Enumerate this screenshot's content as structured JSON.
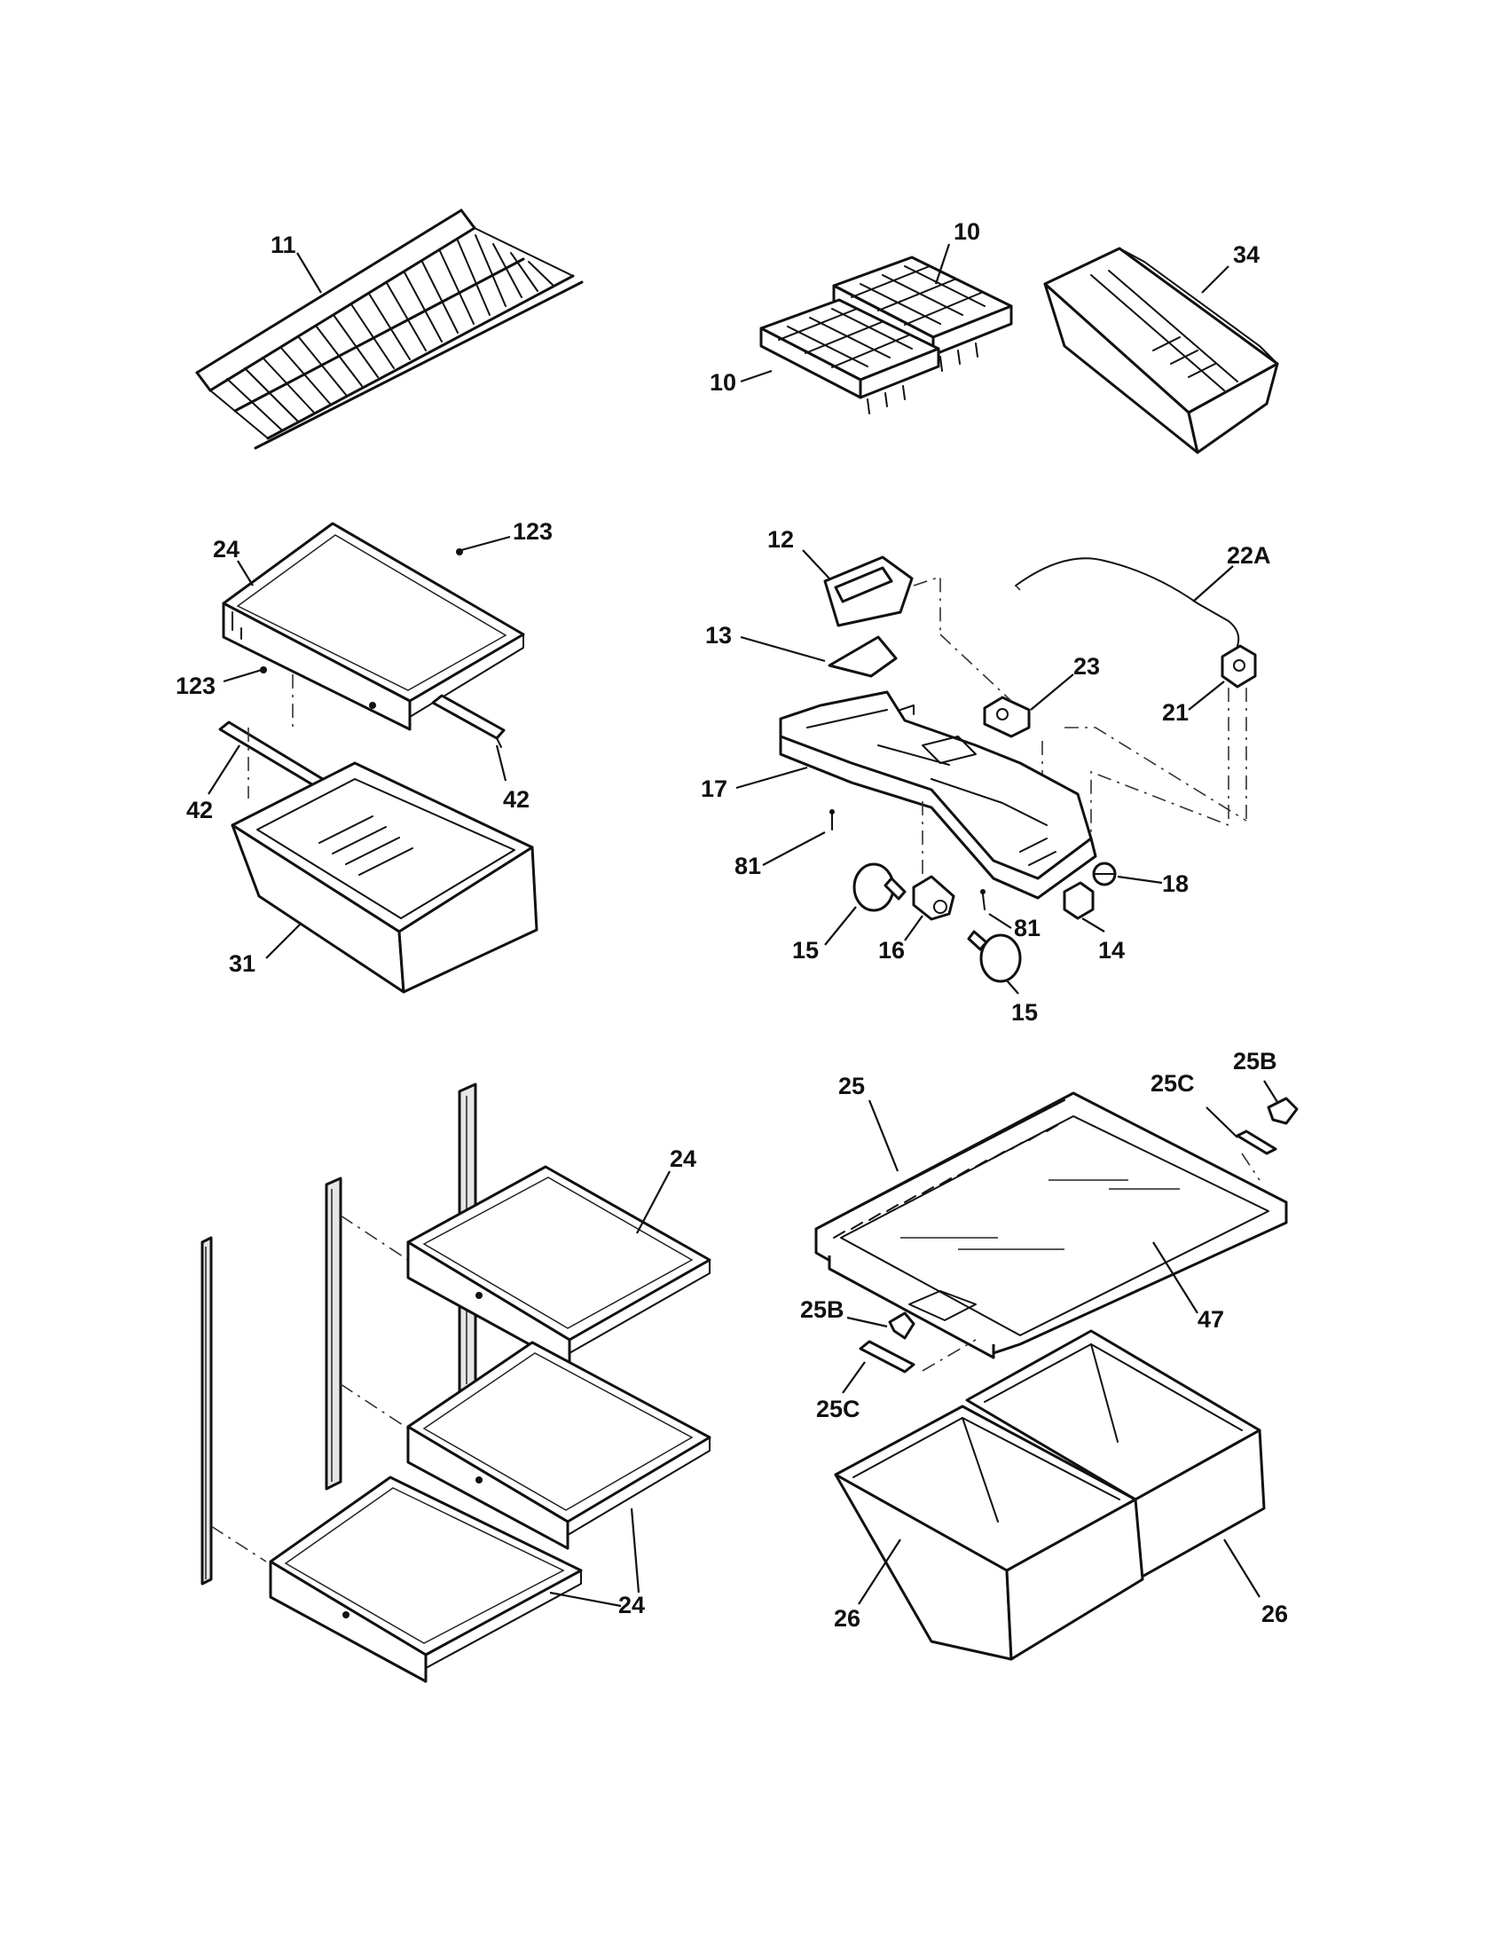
{
  "labels": {
    "wire_shelf": "11",
    "ice_tray_upper": "10",
    "ice_tray_lower": "10",
    "bin_top_right": "34",
    "glass_shelf_top": "24",
    "screw_top": "123",
    "screw_left": "123",
    "bracket_right": "42",
    "bracket_left": "42",
    "meat_pan": "31",
    "light_shield": "12",
    "diffuser": "13",
    "harness": "22A",
    "thermostat": "23",
    "control_switch": "21",
    "light_housing": "17",
    "screw_81_left": "81",
    "screw_81_right": "81",
    "bulb_left": "15",
    "bulb_right": "15",
    "socket": "16",
    "knob": "18",
    "switch_14": "14",
    "shelf_24_a": "24",
    "shelf_24_b": "24",
    "shelf_24_c": "24",
    "crisper_cover": "25",
    "slide_25c_right": "25C",
    "clip_25b_right": "25B",
    "clip_25b_left": "25B",
    "slide_25c_left": "25C",
    "cover_glass": "47",
    "crisper_left": "26",
    "crisper_right": "26"
  }
}
